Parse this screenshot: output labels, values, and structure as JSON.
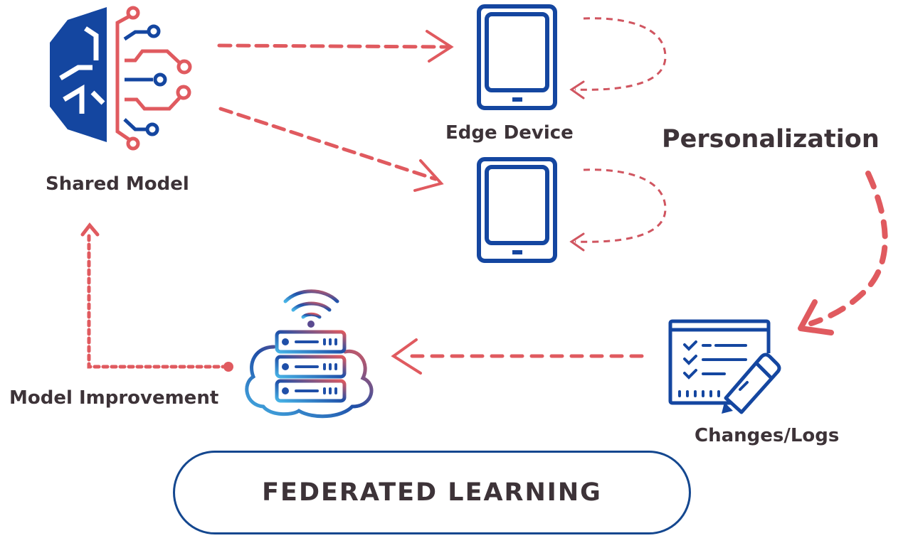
{
  "title": "FEDERATED LEARNING",
  "nodes": {
    "shared_model": {
      "label": "Shared Model",
      "icon": "brain-circuit-icon"
    },
    "edge_device": {
      "label": "Edge Device",
      "icon": "tablet-icon"
    },
    "personalization": {
      "label": "Personalization"
    },
    "changes_logs": {
      "label": "Changes/Logs",
      "icon": "checklist-pencil-icon"
    },
    "model_improvement": {
      "label": "Model Improvement",
      "icon": "cloud-server-wifi-icon"
    }
  },
  "edges": [
    {
      "from": "Shared Model",
      "to": "Edge Device (1)",
      "style": "dashed-arrow"
    },
    {
      "from": "Shared Model",
      "to": "Edge Device (2)",
      "style": "dashed-arrow"
    },
    {
      "from": "Edge Device (1)",
      "to": "Edge Device (1)",
      "style": "dashed-loop"
    },
    {
      "from": "Edge Device (2)",
      "to": "Edge Device (2)",
      "style": "dashed-loop"
    },
    {
      "from": "Personalization",
      "to": "Changes/Logs",
      "style": "dashed-curved-arrow"
    },
    {
      "from": "Changes/Logs",
      "to": "Cloud Server",
      "style": "dashed-arrow"
    },
    {
      "from": "Cloud Server",
      "to": "Shared Model",
      "style": "dotted-elbow-arrow"
    }
  ],
  "colors": {
    "primary_blue": "#1446a0",
    "accent_red": "#e05a5f",
    "text_dark": "#3d3338"
  }
}
